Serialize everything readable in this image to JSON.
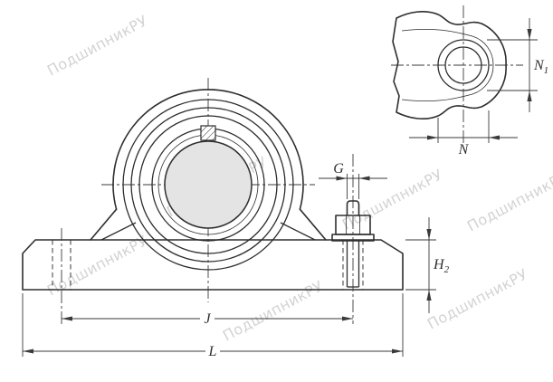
{
  "watermark": {
    "text": "ПодшипникРУ",
    "color": "#c9c9c9"
  },
  "labels": {
    "g": "G",
    "h": "H",
    "h_sub": "2",
    "j": "J",
    "l": "L",
    "n": "N",
    "n1": "N",
    "n1_sub": "1"
  },
  "colors": {
    "line": "#2e2e2e",
    "thin_line": "#3a3a3a",
    "shaft_fill": "#e4e4e4",
    "background": "#ffffff"
  }
}
